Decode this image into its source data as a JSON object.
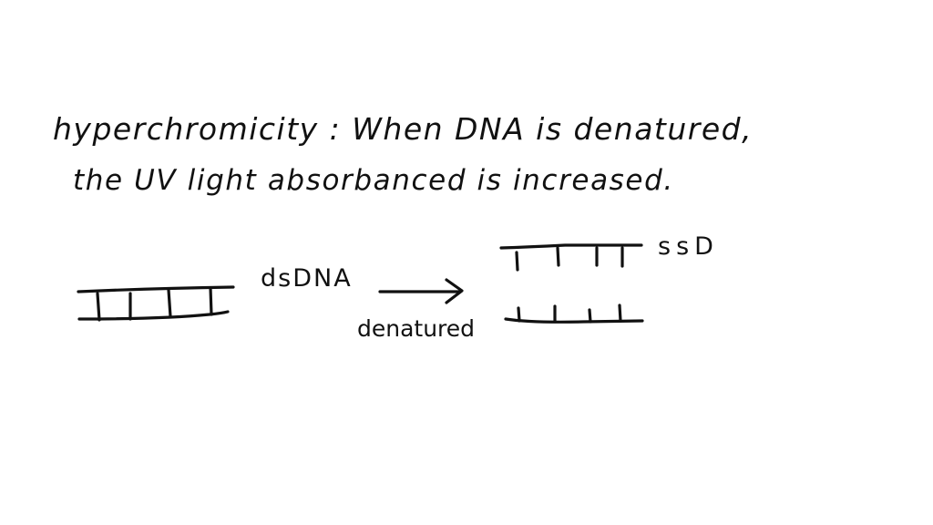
{
  "notes": {
    "definition_term": "hyperchromicity",
    "line1": "hyperchromicity : When DNA is denatured,",
    "line2": "the UV light absorbanced is increased."
  },
  "diagram": {
    "left_label": "dsDNA",
    "arrow_label": "denatured",
    "right_label": "ssD",
    "left_structure": "double-stranded ladder (2 strands, 4 rungs)",
    "right_structure": "two separated single strands (4 ticks each)",
    "ink_color": "#111111",
    "background_color": "#ffffff"
  }
}
